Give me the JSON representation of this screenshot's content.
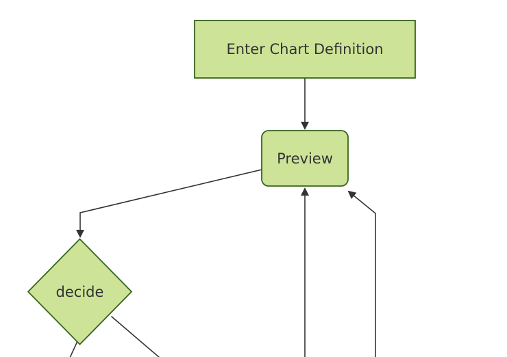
{
  "diagram": {
    "type": "flowchart",
    "direction": "top-down",
    "nodes": [
      {
        "id": "enter-chart-definition",
        "label": "Enter Chart Definition",
        "shape": "rectangle"
      },
      {
        "id": "preview",
        "label": "Preview",
        "shape": "rounded-rectangle"
      },
      {
        "id": "decide",
        "label": "decide",
        "shape": "diamond"
      }
    ],
    "edges": [
      {
        "from": "enter-chart-definition",
        "to": "preview",
        "arrowhead": true
      },
      {
        "from": "preview",
        "to": "decide",
        "arrowhead": true
      },
      {
        "from": "offscreen-bottom",
        "to": "preview",
        "side": "bottom-center",
        "arrowhead": true
      },
      {
        "from": "offscreen-bottom",
        "to": "preview",
        "side": "bottom-right-corner",
        "arrowhead": true
      },
      {
        "from": "decide",
        "to": "offscreen-bottom",
        "side": "bottom-left",
        "arrowhead": false
      },
      {
        "from": "decide",
        "to": "offscreen-bottom",
        "side": "bottom-right",
        "arrowhead": false
      }
    ]
  },
  "colors": {
    "background": "#ffffff",
    "node_fill": "#cde498",
    "node_stroke": "#37641c",
    "edge_stroke": "#333333",
    "label_color": "#333333"
  }
}
